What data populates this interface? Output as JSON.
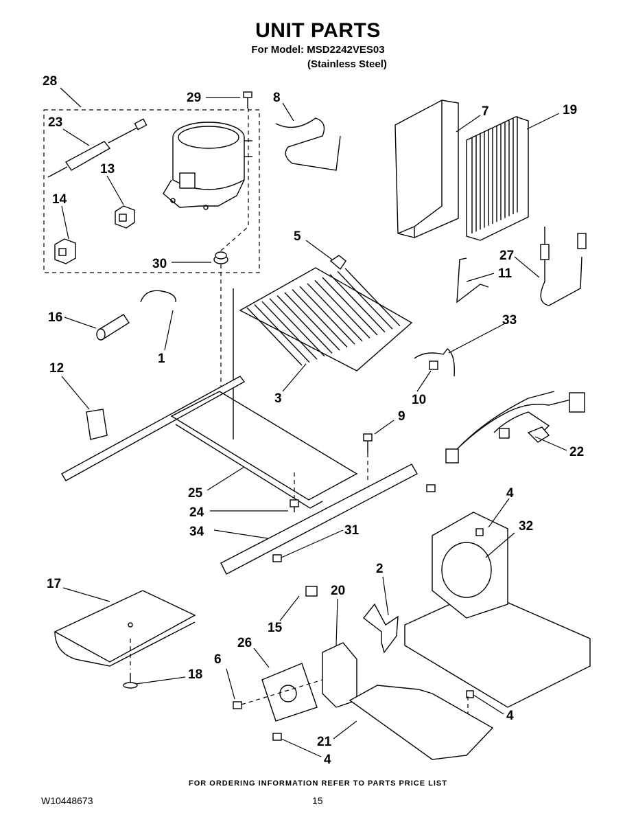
{
  "header": {
    "title": "UNIT PARTS",
    "model": "For Model: MSD2242VES03",
    "variant": "(Stainless Steel)"
  },
  "footer": {
    "ordering_note": "FOR ORDERING INFORMATION REFER TO PARTS PRICE LIST",
    "document_number": "W10448673",
    "page_number": "15"
  },
  "callouts": {
    "c28": "28",
    "c29": "29",
    "c8": "8",
    "c7": "7",
    "c19": "19",
    "c23": "23",
    "c13": "13",
    "c14": "14",
    "c30": "30",
    "c5": "5",
    "c27": "27",
    "c11": "11",
    "c16": "16",
    "c1": "1",
    "c33": "33",
    "c3": "3",
    "c10": "10",
    "c12": "12",
    "c9": "9",
    "c22": "22",
    "c25": "25",
    "c24": "24",
    "c4a": "4",
    "c32": "32",
    "c34": "34",
    "c31": "31",
    "c2": "2",
    "c17": "17",
    "c20": "20",
    "c15": "15",
    "c26": "26",
    "c6": "6",
    "c18": "18",
    "c4b": "4",
    "c21": "21",
    "c4c": "4"
  }
}
